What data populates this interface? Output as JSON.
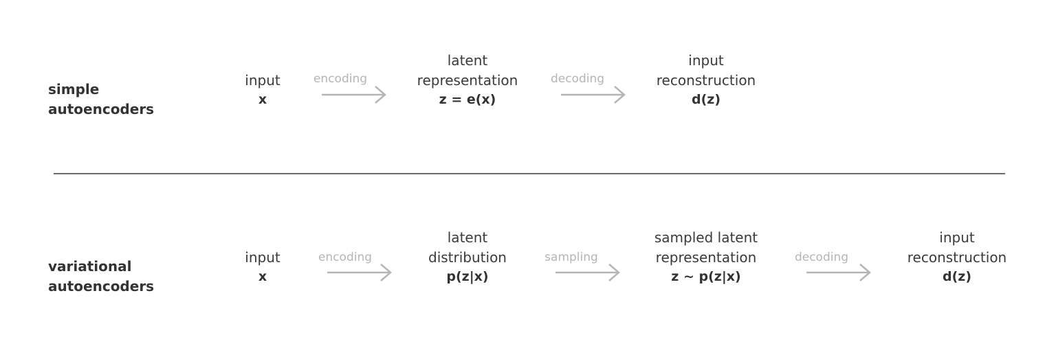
{
  "colors": {
    "text": "#3a3a3a",
    "title": "#333333",
    "arrow": "#b5b5b5",
    "divider": "#6b6b6b"
  },
  "rows": [
    {
      "title": "simple\nautoencoders",
      "nodes": [
        {
          "label": "input",
          "formula": "x"
        },
        {
          "label": "latent\nrepresentation",
          "formula": "z = e(x)"
        },
        {
          "label": "input\nreconstruction",
          "formula": "d(z)"
        }
      ],
      "arrows": [
        {
          "label": "encoding"
        },
        {
          "label": "decoding"
        }
      ]
    },
    {
      "title": "variational\nautoencoders",
      "nodes": [
        {
          "label": "input",
          "formula": "x"
        },
        {
          "label": "latent\ndistribution",
          "formula": "p(z|x)"
        },
        {
          "label": "sampled latent\nrepresentation",
          "formula": "z ~ p(z|x)"
        },
        {
          "label": "input\nreconstruction",
          "formula": "d(z)"
        }
      ],
      "arrows": [
        {
          "label": "encoding"
        },
        {
          "label": "sampling"
        },
        {
          "label": "decoding"
        }
      ]
    }
  ]
}
